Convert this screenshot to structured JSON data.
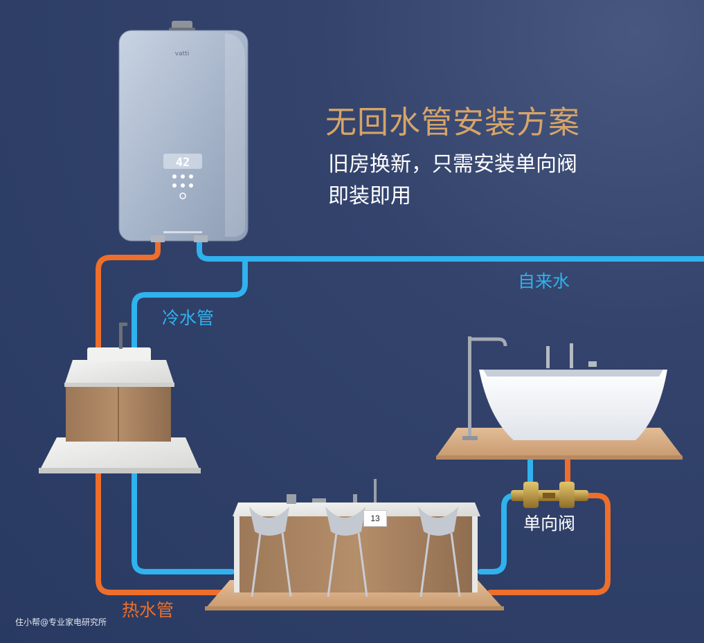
{
  "header": {
    "title": "无回水管安装方案",
    "subtitle_line1": "旧房换新，只需安装单向阀",
    "subtitle_line2": "即装即用"
  },
  "heater": {
    "brand": "vatti",
    "display": "42"
  },
  "labels": {
    "tap_water": "自来水",
    "cold_pipe": "冷水管",
    "check_valve": "单向阀",
    "hot_pipe": "热水管"
  },
  "badge": "13",
  "watermark": "住小帮@专业家电研究所",
  "colors": {
    "background": "#2f3f67",
    "hot_pipe": "#ee6e2b",
    "cold_pipe": "#2fb2ee",
    "title": "#d7a468",
    "valve": "#c9a34a"
  }
}
